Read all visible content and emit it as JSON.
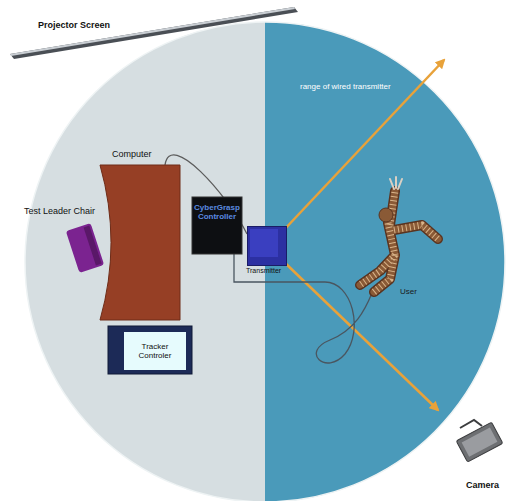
{
  "diagram": {
    "nodes": [
      {
        "text": [
          "Projector Screen"
        ]
      },
      {
        "text": [
          "Computer"
        ]
      },
      {
        "text": [
          "Test Leader Chair"
        ]
      },
      {
        "text": [
          "Transmitter"
        ]
      },
      {
        "text": [
          "CyberGrasp Controller"
        ]
      },
      {
        "text": [
          "User"
        ]
      },
      {
        "text": [
          "Tracker Controler"
        ]
      },
      {
        "text": [
          "Camera"
        ]
      }
    ],
    "edges": [
      {
        "from": 1,
        "to": 3,
        "arrow": "none"
      },
      {
        "from": 4,
        "to": 5,
        "arrow": "none"
      }
    ],
    "labels": [
      "range of wired transmitter"
    ]
  }
}
